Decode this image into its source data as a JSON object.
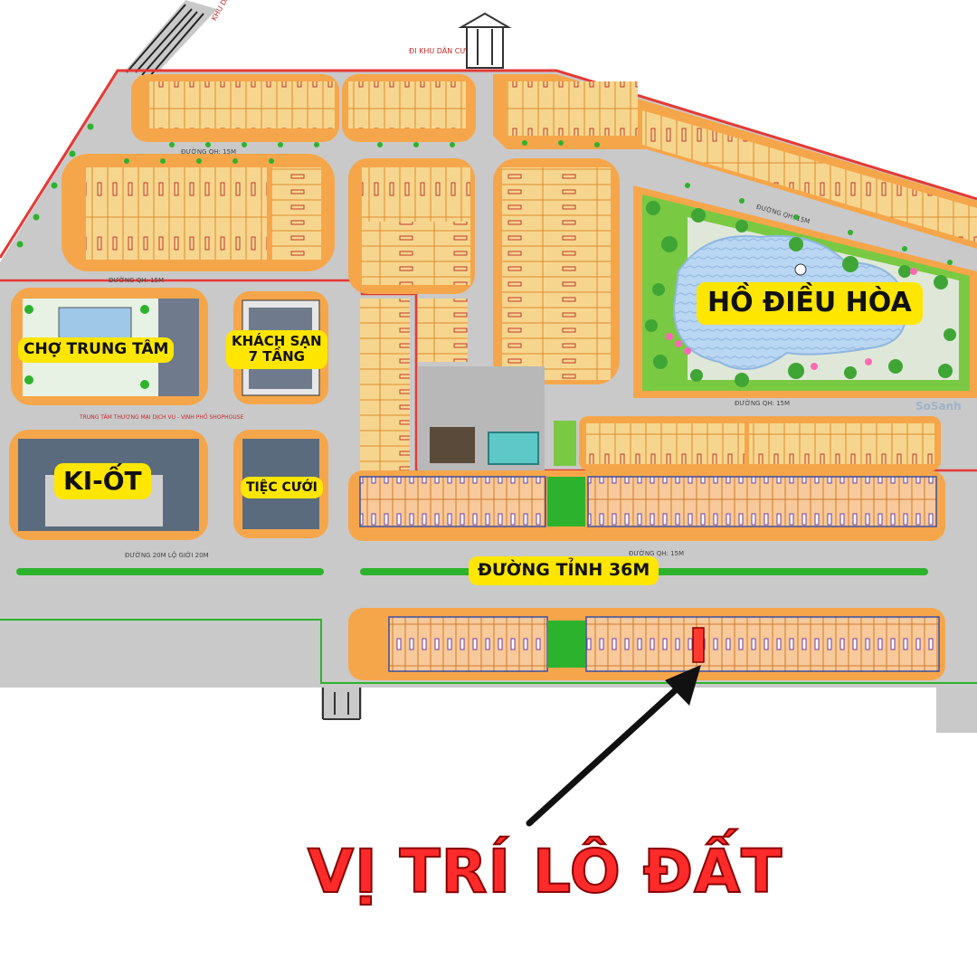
{
  "map": {
    "top_label": "ĐI KHU DÂN CƯ",
    "corner_label": "KHU DÂN CƯ",
    "colors": {
      "road": "#c9c9c9",
      "lot": "#f6d68f",
      "lot_border": "#f08a1c",
      "lot_line": "#c0392b",
      "green": "#2db22d",
      "water": "#b9d6f2",
      "boundary": "#e53935",
      "label_bg": "#ffe600",
      "target_lot": "#ff3b30"
    }
  },
  "labels": {
    "lake": "HỒ ĐIỀU HÒA",
    "market": "CHỢ TRUNG TÂM",
    "hotel_line1": "KHÁCH SẠN",
    "hotel_line2": "7 TẦNG",
    "kiosk": "KI-ỐT",
    "wedding": "TIỆC CƯỚI",
    "provincial_road": "ĐƯỜNG TỈNH 36M",
    "callout": "VỊ TRÍ LÔ ĐẤT"
  },
  "road_labels": {
    "top_left": "ĐƯỜNG QH: 15M",
    "mid_left": "ĐƯỜNG QH: 15M",
    "lake_top": "ĐƯỜNG QH: 15M",
    "lake_bottom": "ĐƯỜNG QH: 15M",
    "lower_left": "ĐƯỜNG 20M LỘ GIỚI 20M",
    "center": "ĐƯỜNG QH: 15M",
    "trade_center": "TRUNG TÂM THƯƠNG MẠI DỊCH VỤ - VỊNH PHỐ SHOPHOUSE"
  },
  "icons": {
    "arrow": "arrow-pointer-icon",
    "watermark": "sosanh-watermark-icon"
  },
  "watermark": "SoSanh"
}
